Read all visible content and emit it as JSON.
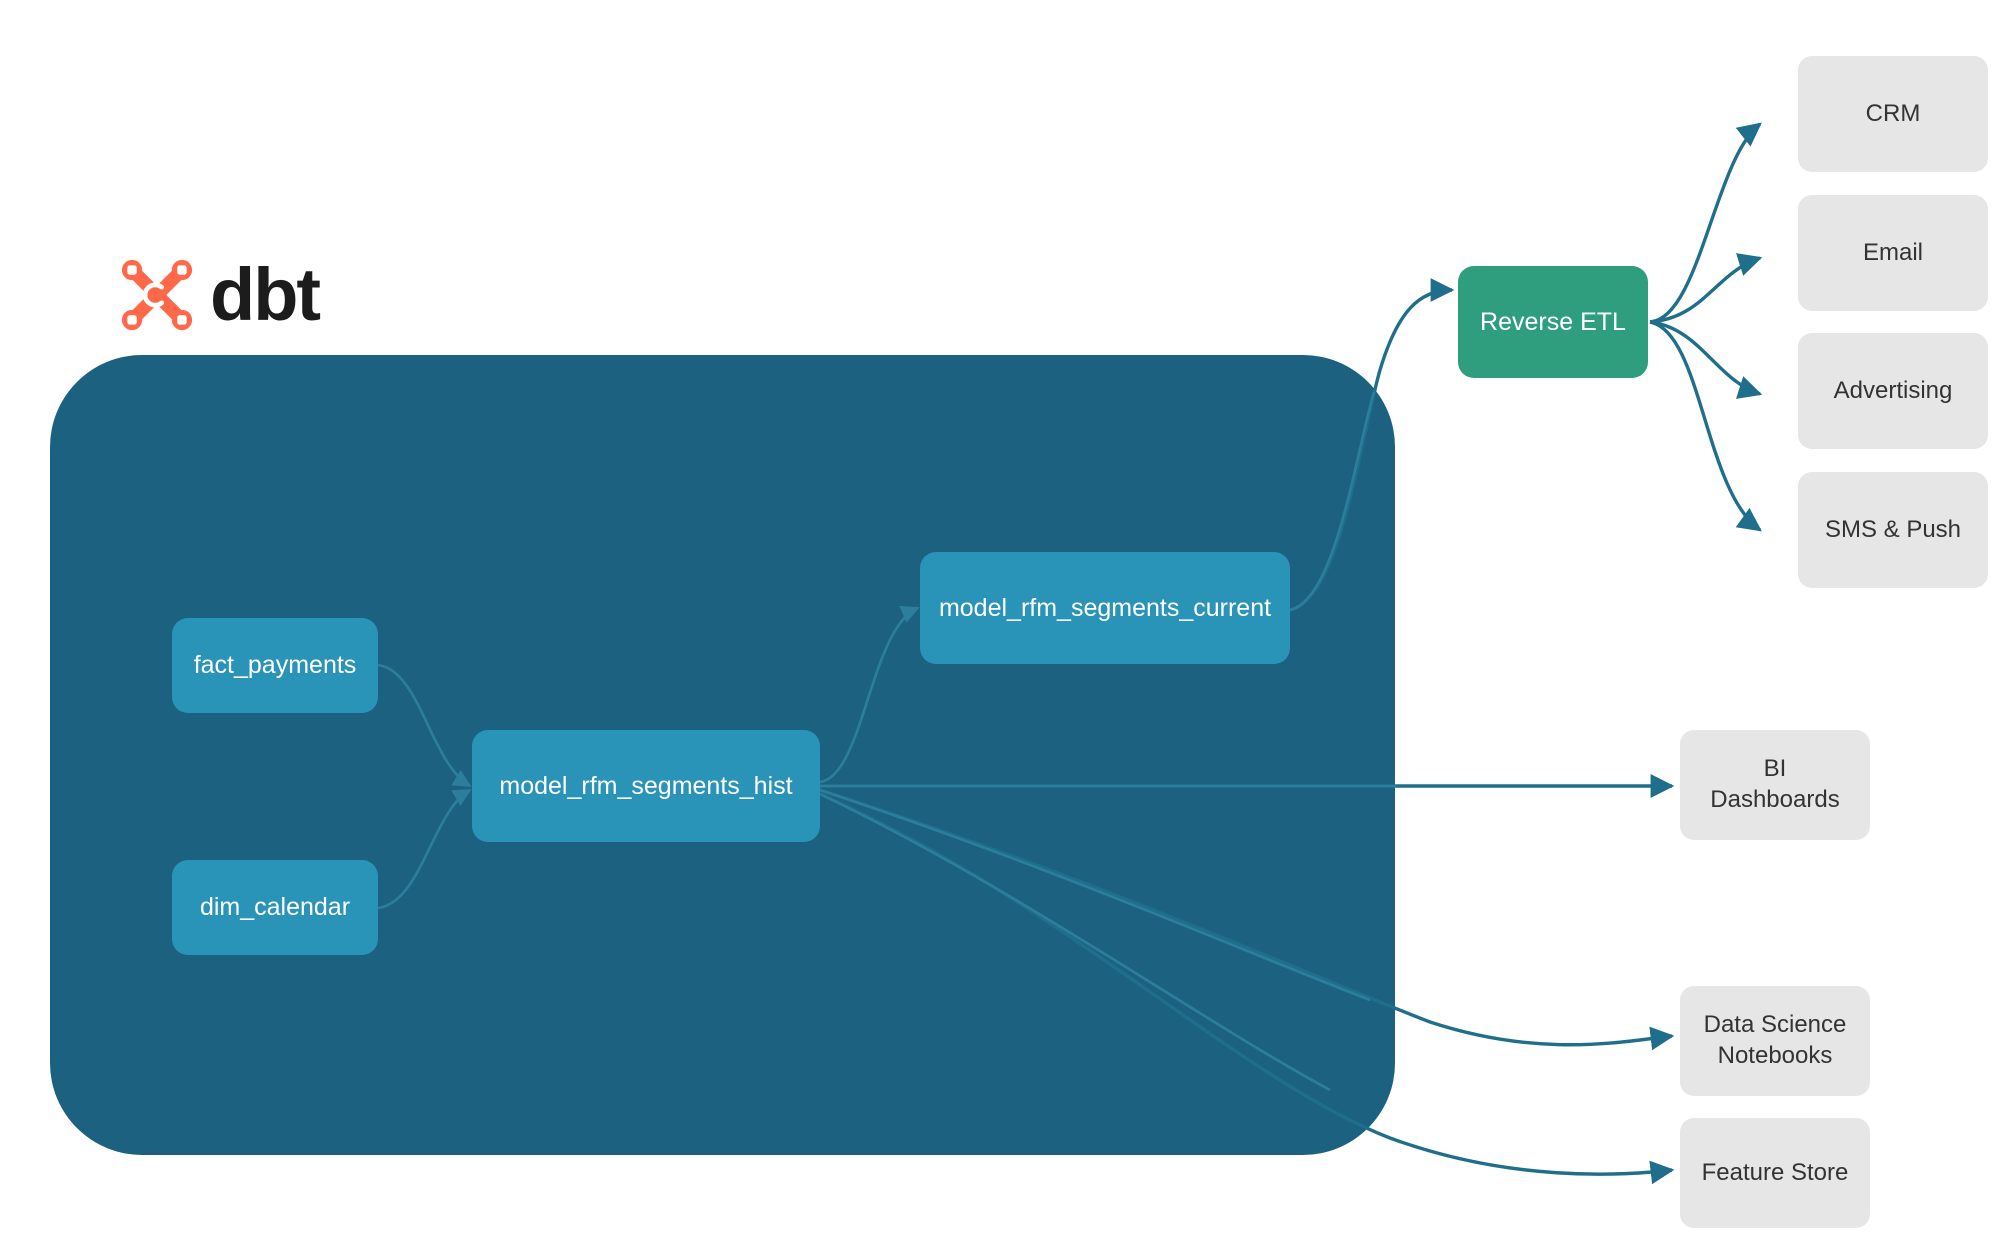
{
  "brand": {
    "wordmark": "dbt",
    "logo_icon": "dbt-x-logo-icon",
    "logo_color": "#FF694A"
  },
  "colors": {
    "background": "#ffffff",
    "container_fill": "#1C6280",
    "model_node_fill": "#2A93B8",
    "etl_node_fill": "#2E9E7E",
    "destination_node_fill": "#E6E6E6",
    "internal_edge": "#2D7E9C",
    "external_edge": "#1F6E8C",
    "model_node_text": "#ffffff",
    "destination_node_text": "#333333"
  },
  "container": {
    "name": "dbt-project-container"
  },
  "models": [
    {
      "id": "fact_payments",
      "label": "fact_payments"
    },
    {
      "id": "dim_calendar",
      "label": "dim_calendar"
    },
    {
      "id": "model_rfm_segments_hist",
      "label": "model_rfm_segments_hist"
    },
    {
      "id": "model_rfm_segments_current",
      "label": "model_rfm_segments_current"
    }
  ],
  "reverse_etl": {
    "id": "reverse_etl",
    "label": "Reverse ETL"
  },
  "activation_destinations": [
    {
      "id": "crm",
      "label": "CRM"
    },
    {
      "id": "email",
      "label": "Email"
    },
    {
      "id": "advertising",
      "label": "Advertising"
    },
    {
      "id": "sms_push",
      "label": "SMS & Push"
    }
  ],
  "analytics_destinations": [
    {
      "id": "bi_dashboards",
      "label": "BI Dashboards"
    },
    {
      "id": "data_science_notebooks",
      "label": "Data Science\nNotebooks"
    },
    {
      "id": "feature_store",
      "label": "Feature Store"
    }
  ],
  "chart_data": {
    "type": "diagram",
    "title": "dbt RFM segments lineage and activation flow",
    "nodes": [
      {
        "id": "fact_payments",
        "label": "fact_payments",
        "group": "dbt",
        "kind": "source-model"
      },
      {
        "id": "dim_calendar",
        "label": "dim_calendar",
        "group": "dbt",
        "kind": "source-model"
      },
      {
        "id": "model_rfm_segments_hist",
        "label": "model_rfm_segments_hist",
        "group": "dbt",
        "kind": "model"
      },
      {
        "id": "model_rfm_segments_current",
        "label": "model_rfm_segments_current",
        "group": "dbt",
        "kind": "model"
      },
      {
        "id": "reverse_etl",
        "label": "Reverse ETL",
        "group": "external",
        "kind": "service"
      },
      {
        "id": "crm",
        "label": "CRM",
        "group": "external",
        "kind": "destination"
      },
      {
        "id": "email",
        "label": "Email",
        "group": "external",
        "kind": "destination"
      },
      {
        "id": "advertising",
        "label": "Advertising",
        "group": "external",
        "kind": "destination"
      },
      {
        "id": "sms_push",
        "label": "SMS & Push",
        "group": "external",
        "kind": "destination"
      },
      {
        "id": "bi_dashboards",
        "label": "BI Dashboards",
        "group": "external",
        "kind": "destination"
      },
      {
        "id": "data_science_notebooks",
        "label": "Data Science Notebooks",
        "group": "external",
        "kind": "destination"
      },
      {
        "id": "feature_store",
        "label": "Feature Store",
        "group": "external",
        "kind": "destination"
      }
    ],
    "edges": [
      {
        "from": "fact_payments",
        "to": "model_rfm_segments_hist"
      },
      {
        "from": "dim_calendar",
        "to": "model_rfm_segments_hist"
      },
      {
        "from": "model_rfm_segments_hist",
        "to": "model_rfm_segments_current"
      },
      {
        "from": "model_rfm_segments_current",
        "to": "reverse_etl"
      },
      {
        "from": "reverse_etl",
        "to": "crm"
      },
      {
        "from": "reverse_etl",
        "to": "email"
      },
      {
        "from": "reverse_etl",
        "to": "advertising"
      },
      {
        "from": "reverse_etl",
        "to": "sms_push"
      },
      {
        "from": "model_rfm_segments_hist",
        "to": "bi_dashboards"
      },
      {
        "from": "model_rfm_segments_hist",
        "to": "data_science_notebooks"
      },
      {
        "from": "model_rfm_segments_hist",
        "to": "feature_store"
      }
    ]
  }
}
